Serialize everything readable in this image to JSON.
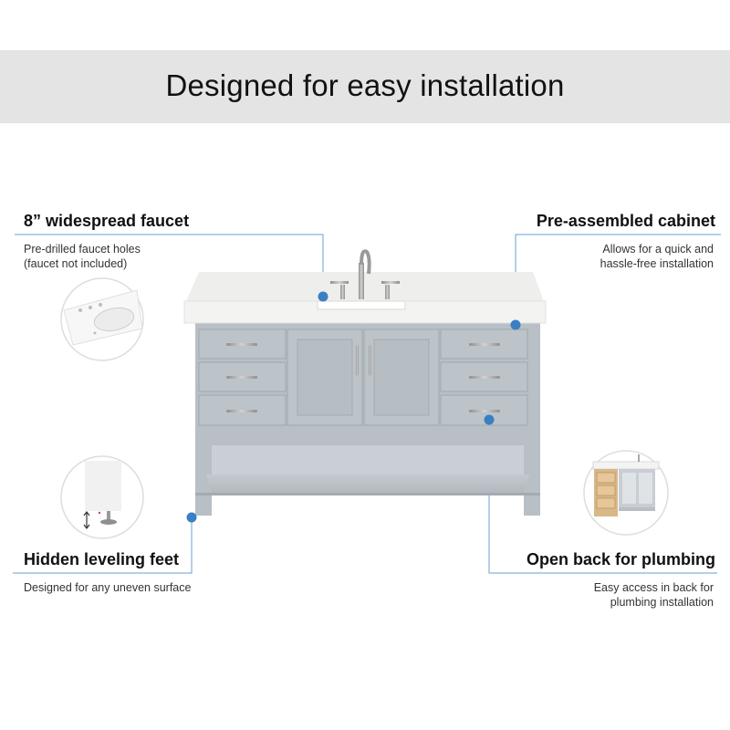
{
  "header": {
    "title": "Designed for easy installation"
  },
  "features": {
    "faucet": {
      "title": "8” widespread faucet",
      "lines": [
        "Pre-drilled faucet holes",
        "(faucet not included)"
      ],
      "icon": "faucet-holes-detail"
    },
    "cabinet": {
      "title": "Pre-assembled cabinet",
      "lines": [
        "Allows for  a quick and",
        "hassle-free installation"
      ]
    },
    "feet": {
      "title": "Hidden leveling feet",
      "lines": [
        "Designed for any uneven surface"
      ],
      "icon": "leveling-foot-detail"
    },
    "back": {
      "title": "Open back for plumbing",
      "lines": [
        "Easy access in back for",
        "plumbing installation"
      ],
      "icon": "open-back-detail"
    }
  },
  "colors": {
    "banner": "#e4e4e4",
    "accent_dot": "#3a7fc4",
    "callout_line": "#6a9fd4",
    "cabinet_gray": "#b8bfc5",
    "countertop": "#f0f0ee",
    "brushed_nickel": "#a9a9a9"
  }
}
